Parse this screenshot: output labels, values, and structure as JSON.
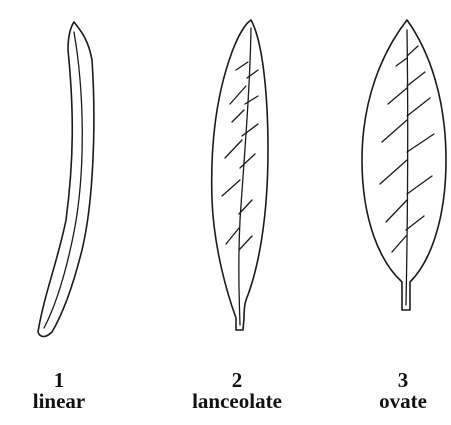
{
  "leaves": [
    {
      "number": "1",
      "name": "linear"
    },
    {
      "number": "2",
      "name": "lanceolate"
    },
    {
      "number": "3",
      "name": "ovate"
    }
  ],
  "colors": {
    "line": "#1a1a1a",
    "background": "#ffffff"
  }
}
